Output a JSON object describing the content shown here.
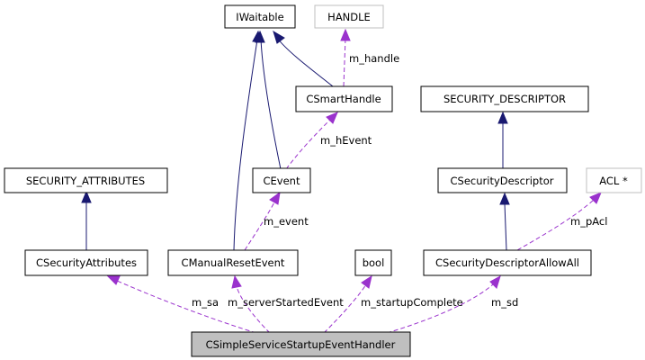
{
  "nodes": {
    "iwaitable": "IWaitable",
    "handle": "HANDLE",
    "csmarthandle": "CSmartHandle",
    "security_descriptor": "SECURITY_DESCRIPTOR",
    "security_attributes": "SECURITY_ATTRIBUTES",
    "cevent": "CEvent",
    "csecuritydescriptor": "CSecurityDescriptor",
    "acl": "ACL *",
    "csecurityattributes": "CSecurityAttributes",
    "cmanualresetevent": "CManualResetEvent",
    "bool": "bool",
    "csecuritydescriptorallowall": "CSecurityDescriptorAllowAll",
    "csimpleservicestartupeventhandler": "CSimpleServiceStartupEventHandler"
  },
  "edge_labels": {
    "m_handle": "m_handle",
    "m_hEvent": "m_hEvent",
    "m_event": "m_event",
    "m_pAcl": "m_pAcl",
    "m_sa": "m_sa",
    "m_serverStartedEvent": "m_serverStartedEvent",
    "m_startupComplete": "m_startupComplete",
    "m_sd": "m_sd"
  },
  "colors": {
    "inheritance": "#191970",
    "usage": "#9a32cd",
    "focus_fill": "#bfbfbf",
    "external_border": "#bfbfbf"
  }
}
